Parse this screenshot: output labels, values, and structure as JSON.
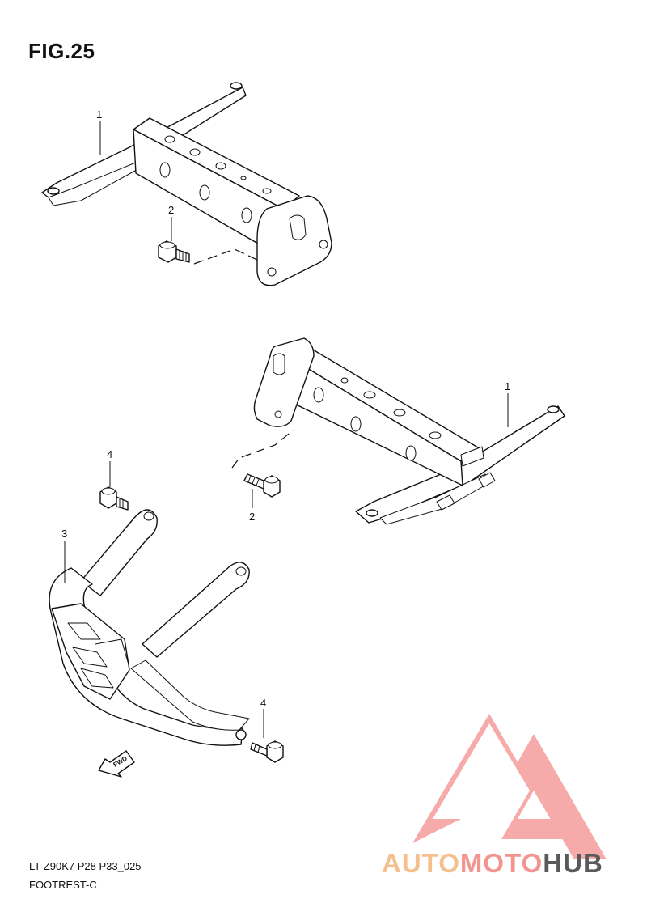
{
  "figure": {
    "title": "FIG.25"
  },
  "callouts": {
    "c1a": "1",
    "c1b": "1",
    "c2a": "2",
    "c2b": "2",
    "c3": "3",
    "c4a": "4",
    "c4b": "4"
  },
  "fwd_label": "FWD",
  "footer": {
    "code": "LT-Z90K7 P28 P33_025",
    "name": "FOOTREST-C"
  },
  "watermark": {
    "part1": "AUTO",
    "part2": "MOTO",
    "part3": "HUB",
    "colors": {
      "auto": "#f6c08e",
      "moto": "#f4948f",
      "hub": "#5a5a5a",
      "triangle": "#f6a1a1"
    }
  }
}
